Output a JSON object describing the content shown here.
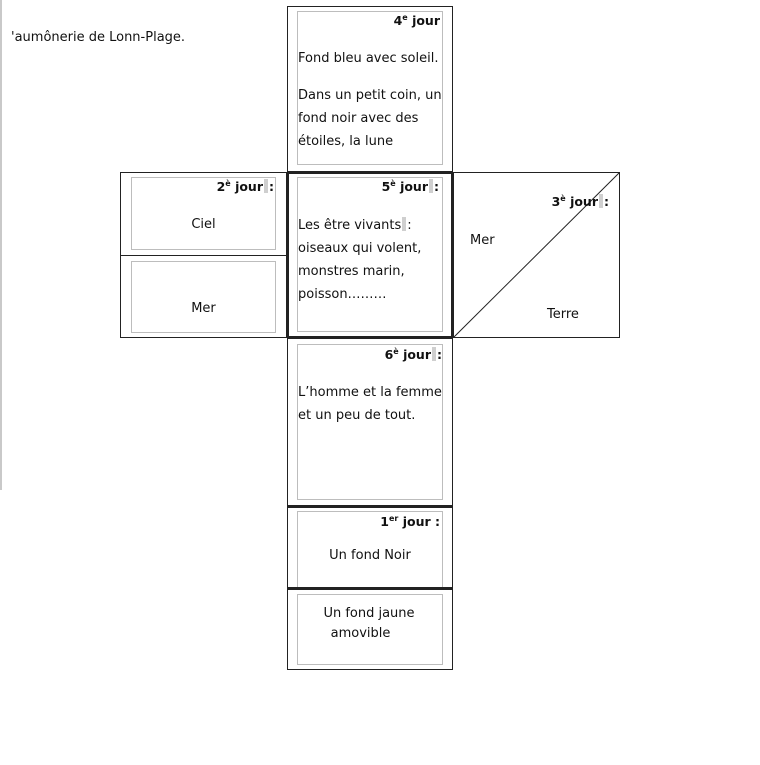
{
  "header_fragment": "'aumônerie de Lonn-Plage.",
  "days": {
    "d4": {
      "num": "4",
      "sup": "e",
      "word": "jour",
      "colon": ""
    },
    "d2": {
      "num": "2",
      "sup": "è",
      "word": "jour",
      "colon": ":"
    },
    "d5": {
      "num": "5",
      "sup": "è",
      "word": "jour",
      "colon": ":"
    },
    "d3": {
      "num": "3",
      "sup": "è",
      "word": "jour",
      "colon": ":"
    },
    "d6": {
      "num": "6",
      "sup": "è",
      "word": "jour",
      "colon": ":"
    },
    "d1": {
      "num": "1",
      "sup": "er",
      "word": "jour",
      "colon": ":"
    }
  },
  "cells": {
    "d4_line1": "Fond bleu avec soleil.",
    "d4_line2": "Dans un petit coin, un",
    "d4_line3": "fond noir avec  des",
    "d4_line4": "étoiles, la lune",
    "d2_text": "Ciel",
    "mer_left": "Mer",
    "d5_line1a": "Les être vivants",
    "d5_line1b": ":",
    "d5_line2": "oiseaux qui volent,",
    "d5_line3": "monstres marin,",
    "d5_line4": "poisson………",
    "d3_mer": "Mer",
    "d3_terre": "Terre",
    "d6_line1": "L’homme et la femme",
    "d6_line2": "et un peu de tout.",
    "d1_text": "Un fond Noir",
    "bottom_line1": "Un fond jaune",
    "bottom_line2": "amovible"
  }
}
